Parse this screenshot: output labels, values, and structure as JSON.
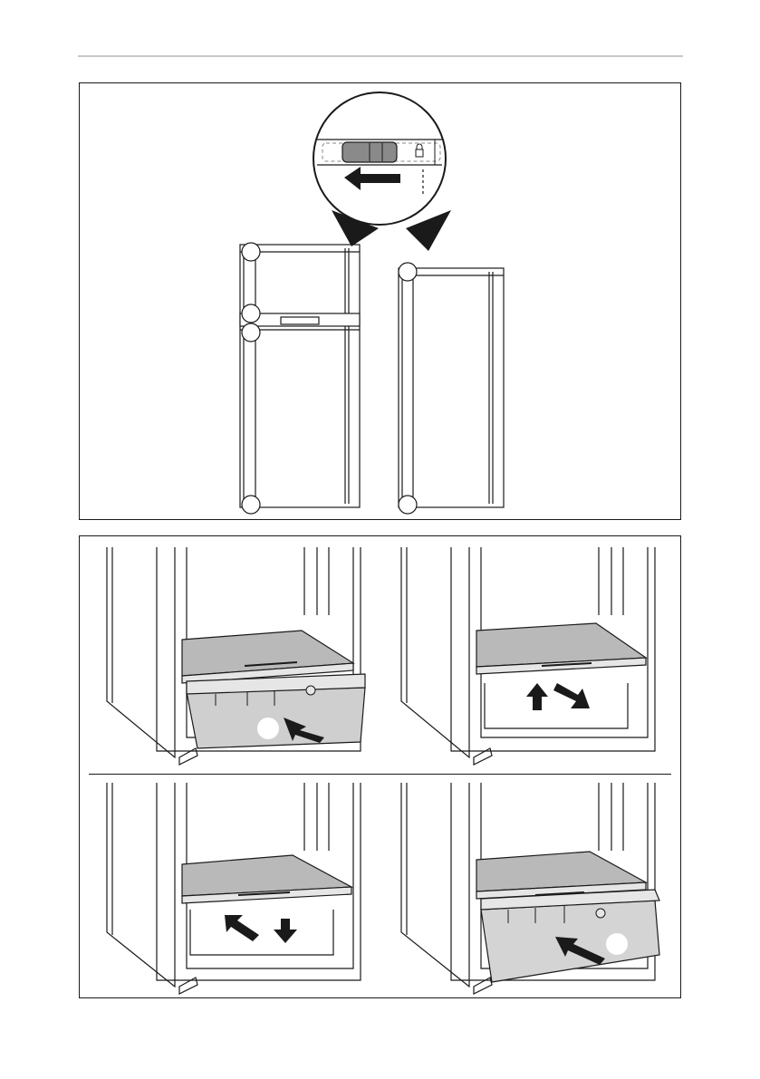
{
  "page": {
    "header_rule": true
  },
  "figure_top": {
    "description_icons": [
      "magnifier-detail",
      "door-lock-slider",
      "arrow-left",
      "lock-icon"
    ],
    "doors": [
      "two-door-fridge-front",
      "single-door-fridge-front"
    ]
  },
  "figure_bottom": {
    "steps": [
      {
        "name": "remove-drawer",
        "arrows": [
          "arrow-pull-out"
        ],
        "has_drawer": true,
        "has_marker": true
      },
      {
        "name": "lift-and-pull-shelf",
        "arrows": [
          "arrow-up",
          "arrow-pull-out"
        ],
        "has_drawer": false,
        "has_marker": false
      },
      {
        "name": "reposition-shelf",
        "arrows": [
          "arrow-push-back",
          "arrow-down"
        ],
        "has_drawer": false,
        "has_marker": false
      },
      {
        "name": "insert-drawer",
        "arrows": [
          "arrow-push-in"
        ],
        "has_drawer": true,
        "has_marker": true
      }
    ]
  },
  "colors": {
    "line": "#1a1a1a",
    "shade_light": "#e6e6e6",
    "shade_mid": "#b9b9b9",
    "shade_dark": "#8a8a8a",
    "arrow": "#1a1a1a"
  }
}
